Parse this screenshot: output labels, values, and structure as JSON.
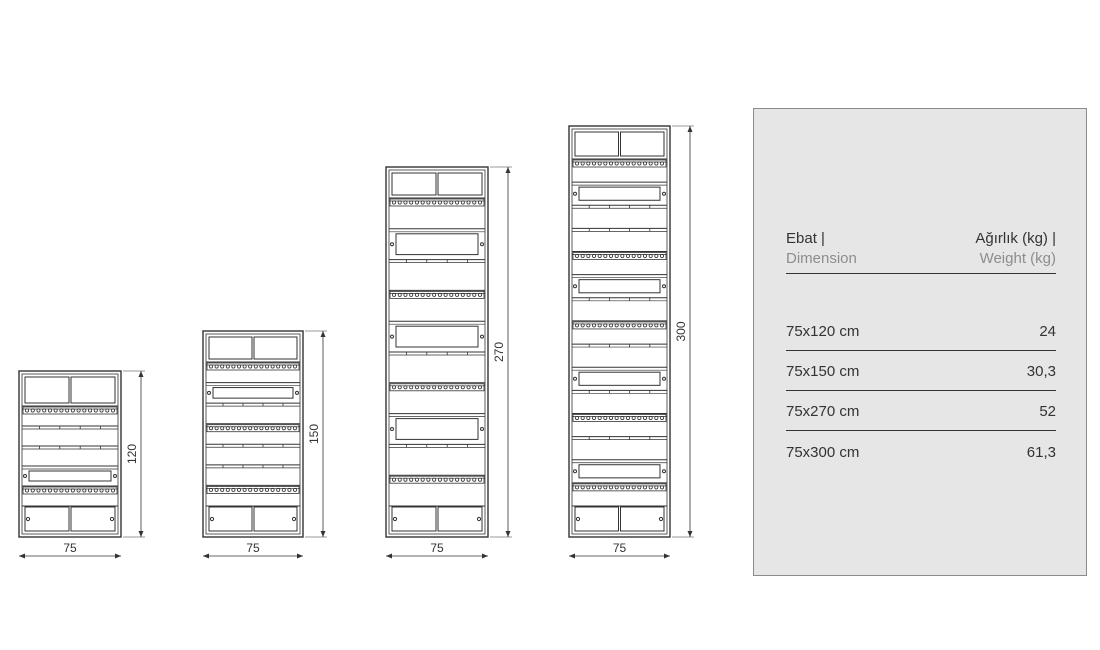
{
  "units": [
    {
      "width_label": "75",
      "height_label": "120",
      "height_cm": 120
    },
    {
      "width_label": "75",
      "height_label": "150",
      "height_cm": 150
    },
    {
      "width_label": "75",
      "height_label": "270",
      "height_cm": 270
    },
    {
      "width_label": "75",
      "height_label": "300",
      "height_cm": 300
    }
  ],
  "spec_table": {
    "headers": {
      "dimension_tr": "Ebat |",
      "dimension_en": "Dimension",
      "weight_tr": "Ağırlık (kg) |",
      "weight_en": "Weight (kg)"
    },
    "rows": [
      {
        "dimension": "75x120 cm",
        "weight": "24"
      },
      {
        "dimension": "75x150 cm",
        "weight": "30,3"
      },
      {
        "dimension": "75x270 cm",
        "weight": "52"
      },
      {
        "dimension": "75x300 cm",
        "weight": "61,3"
      }
    ]
  },
  "colors": {
    "line": "#333333",
    "panel_bg": "#e6e6e7",
    "panel_border": "#8c8c8c",
    "subtitle": "#8d8d8d"
  }
}
